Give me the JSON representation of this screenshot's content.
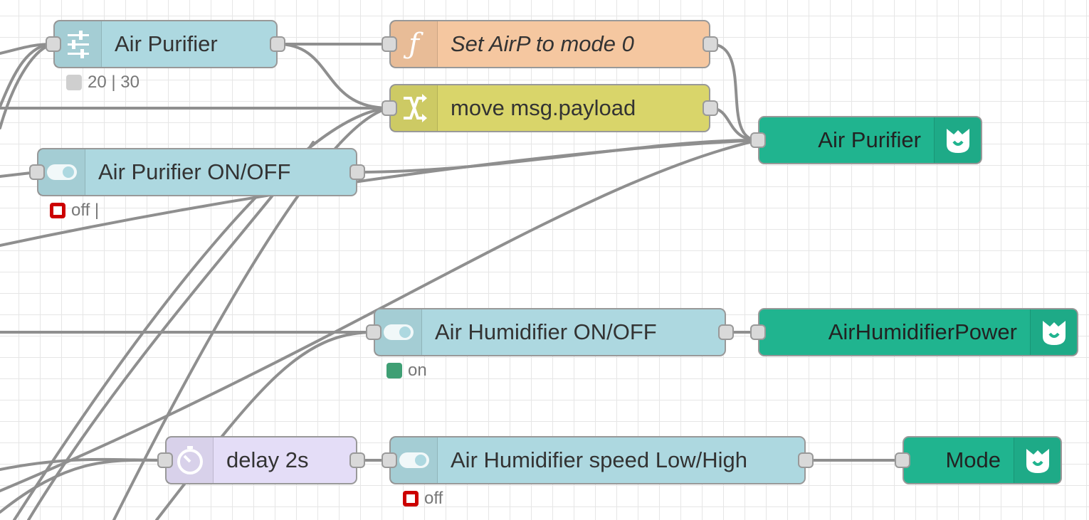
{
  "nodes": {
    "air_purifier_slider": {
      "label": "Air Purifier",
      "icon": "sliders-icon",
      "status": "20 | 30"
    },
    "set_airp_mode": {
      "label": "Set AirP to mode 0",
      "icon": "function-icon"
    },
    "move_payload": {
      "label": "move msg.payload",
      "icon": "change-icon"
    },
    "air_purifier_onoff": {
      "label": "Air Purifier ON/OFF",
      "icon": "switch-icon",
      "status": "off |"
    },
    "air_purifier_mi": {
      "label": "Air Purifier",
      "icon": "mihome-icon"
    },
    "humidifier_onoff": {
      "label": "Air Humidifier ON/OFF",
      "icon": "switch-icon",
      "status": "on"
    },
    "humidifier_power": {
      "label": "AirHumidifierPower",
      "icon": "mihome-icon"
    },
    "delay": {
      "label": "delay 2s",
      "icon": "timer-icon"
    },
    "humidifier_speed": {
      "label": "Air Humidifier speed Low/High",
      "icon": "switch-icon",
      "status": "off"
    },
    "mode": {
      "label": "Mode",
      "icon": "mihome-icon"
    }
  },
  "colors": {
    "dashboard_node": "#add8e0",
    "function_node": "#f5c7a0",
    "change_node": "#d9d56a",
    "mihome_node": "#20b48f",
    "delay_node": "#e4ddf7",
    "wire": "#8f8f8f",
    "status_off": "#cc0000",
    "status_on": "#3f9f74"
  }
}
